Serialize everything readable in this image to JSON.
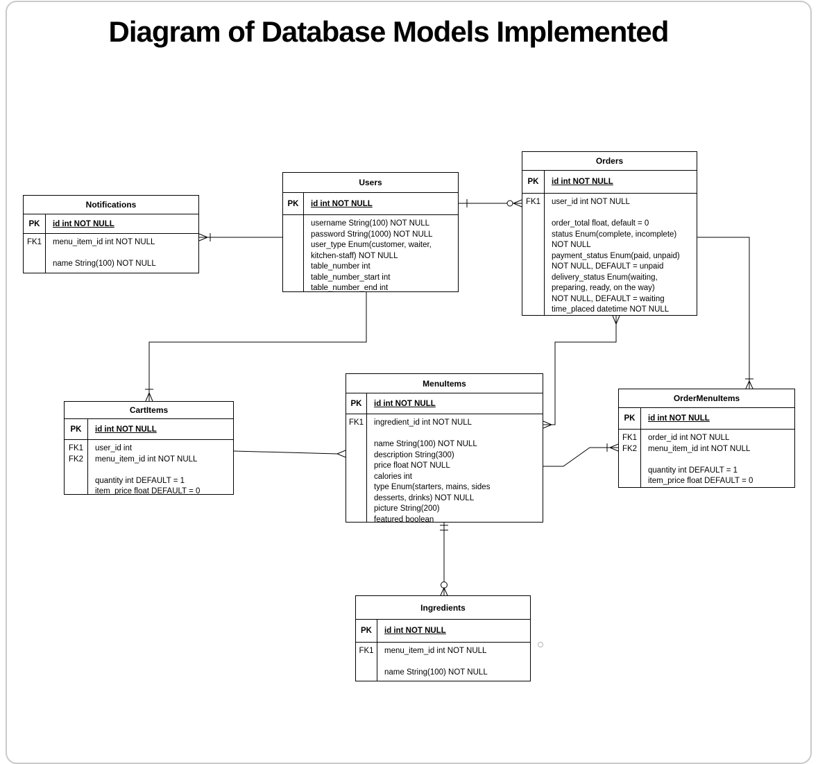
{
  "page": {
    "title": "Diagram of Database Models Implemented"
  },
  "entities": {
    "notifications": {
      "name": "Notifications",
      "pk_label": "PK",
      "pk_field": "id int NOT NULL",
      "fk_labels": [
        "FK1"
      ],
      "attrs": [
        "menu_item_id int NOT NULL",
        "",
        "name String(100) NOT NULL"
      ]
    },
    "users": {
      "name": "Users",
      "pk_label": "PK",
      "pk_field": "id int NOT NULL",
      "fk_labels": [],
      "attrs": [
        "username String(100) NOT NULL",
        "password String(1000) NOT NULL",
        "user_type Enum(customer, waiter,",
        "kitchen-staff) NOT NULL",
        "table_number int",
        "table_number_start int",
        "table_number_end int"
      ]
    },
    "orders": {
      "name": "Orders",
      "pk_label": "PK",
      "pk_field": "id int NOT NULL",
      "fk_labels": [
        "FK1"
      ],
      "attrs": [
        "user_id int NOT NULL",
        "",
        "order_total float, default = 0",
        "status Enum(complete, incomplete)",
        "NOT NULL",
        "payment_status Enum(paid, unpaid)",
        "NOT NULL, DEFAULT = unpaid",
        "delivery_status Enum(waiting,",
        "preparing, ready, on the way)",
        "NOT NULL, DEFAULT = waiting",
        "time_placed datetime NOT NULL"
      ]
    },
    "cartitems": {
      "name": "CartItems",
      "pk_label": "PK",
      "pk_field": "id int NOT NULL",
      "fk_labels": [
        "FK1",
        "FK2"
      ],
      "attrs": [
        "user_id int",
        "menu_item_id int NOT NULL",
        "",
        "quantity int DEFAULT = 1",
        "item_price float DEFAULT = 0"
      ]
    },
    "menuitems": {
      "name": "MenuItems",
      "pk_label": "PK",
      "pk_field": "id int NOT NULL",
      "fk_labels": [
        "FK1"
      ],
      "attrs": [
        "ingredient_id int NOT NULL",
        "",
        "name String(100) NOT NULL",
        "description String(300)",
        "price float NOT NULL",
        "calories int",
        "type Enum(starters, mains, sides",
        "desserts, drinks) NOT NULL",
        "picture String(200)",
        "featured boolean"
      ]
    },
    "ordermenuitems": {
      "name": "OrderMenuItems",
      "pk_label": "PK",
      "pk_field": "id int NOT NULL",
      "fk_labels": [
        "FK1",
        "FK2"
      ],
      "attrs": [
        "order_id int NOT NULL",
        "menu_item_id int NOT NULL",
        "",
        "quantity int DEFAULT = 1",
        "item_price float DEFAULT = 0"
      ]
    },
    "ingredients": {
      "name": "Ingredients",
      "pk_label": "PK",
      "pk_field": "id int NOT NULL",
      "fk_labels": [
        "FK1"
      ],
      "attrs": [
        "menu_item_id int NOT NULL",
        "",
        "name String(100) NOT NULL"
      ]
    }
  },
  "relations": [
    {
      "from": "Users",
      "to": "Orders",
      "from_cardinality": "one",
      "to_cardinality": "zero-or-many"
    },
    {
      "from": "Users",
      "to": "Notifications",
      "from_cardinality": "plain",
      "to_cardinality": "one-or-many"
    },
    {
      "from": "Users",
      "to": "CartItems",
      "from_cardinality": "plain",
      "to_cardinality": "one-or-many"
    },
    {
      "from": "Orders",
      "to": "MenuItems",
      "from_cardinality": "many",
      "to_cardinality": "many"
    },
    {
      "from": "Orders",
      "to": "OrderMenuItems",
      "from_cardinality": "plain",
      "to_cardinality": "one-or-many"
    },
    {
      "from": "CartItems",
      "to": "MenuItems",
      "from_cardinality": "plain",
      "to_cardinality": "many"
    },
    {
      "from": "MenuItems",
      "to": "OrderMenuItems",
      "from_cardinality": "plain",
      "to_cardinality": "many"
    },
    {
      "from": "MenuItems",
      "to": "Ingredients",
      "from_cardinality": "one-and-only-one",
      "to_cardinality": "zero-or-many"
    }
  ]
}
